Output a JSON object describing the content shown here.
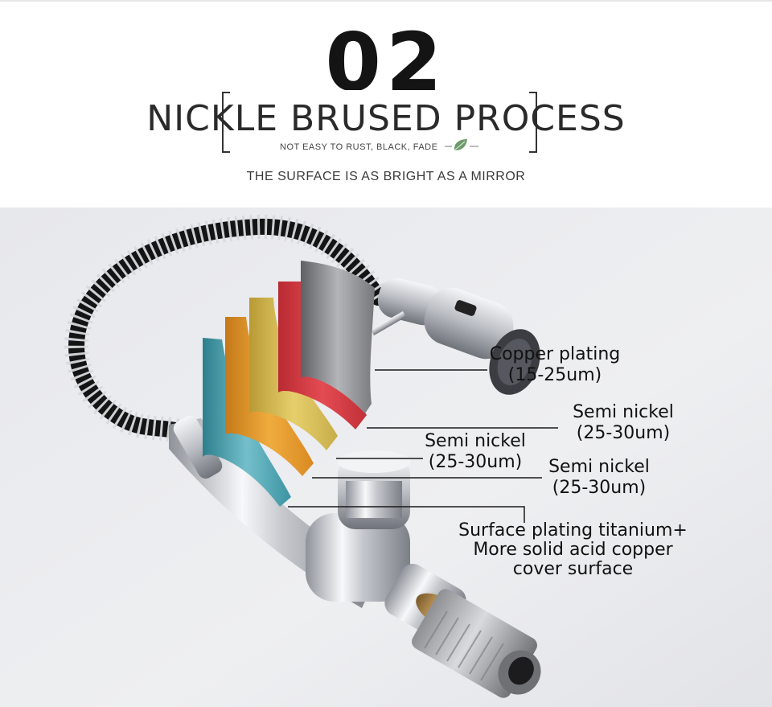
{
  "header": {
    "section_number": "02",
    "title": "NICKLE BRUSED PROCESS",
    "subtitle": "NOT EASY TO RUST, BLACK, FADE",
    "tagline": "THE SURFACE IS AS BRIGHT AS A MIRROR"
  },
  "layers": [
    {
      "name": "copper",
      "color": "#8a8a8a"
    },
    {
      "name": "semi-nickel-red",
      "color": "#d8393f"
    },
    {
      "name": "semi-nickel-yellow",
      "color": "#d4b84a"
    },
    {
      "name": "semi-nickel-orange",
      "color": "#e79a2c"
    },
    {
      "name": "surface-teal",
      "color": "#3f99a8"
    }
  ],
  "callouts": {
    "copper": {
      "line1": "Copper plating",
      "line2": "(15-25um)"
    },
    "semi_nickel_1": {
      "line1": "Semi nickel",
      "line2": "(25-30um)"
    },
    "semi_nickel_2": {
      "line1": "Semi nickel",
      "line2": "(25-30um)"
    },
    "semi_nickel_3": {
      "line1": "Semi nickel",
      "line2": "(25-30um)"
    },
    "surface": {
      "line1": "Surface plating titanium+",
      "line2": "More solid acid copper",
      "line3": "cover surface"
    }
  },
  "colors": {
    "background_top": "#ffffff",
    "product_bg": "#e9eaed",
    "title_text": "#2a2a2a",
    "leaf": "#6d9a6a"
  },
  "icons": {
    "leaf": "leaf-icon"
  }
}
